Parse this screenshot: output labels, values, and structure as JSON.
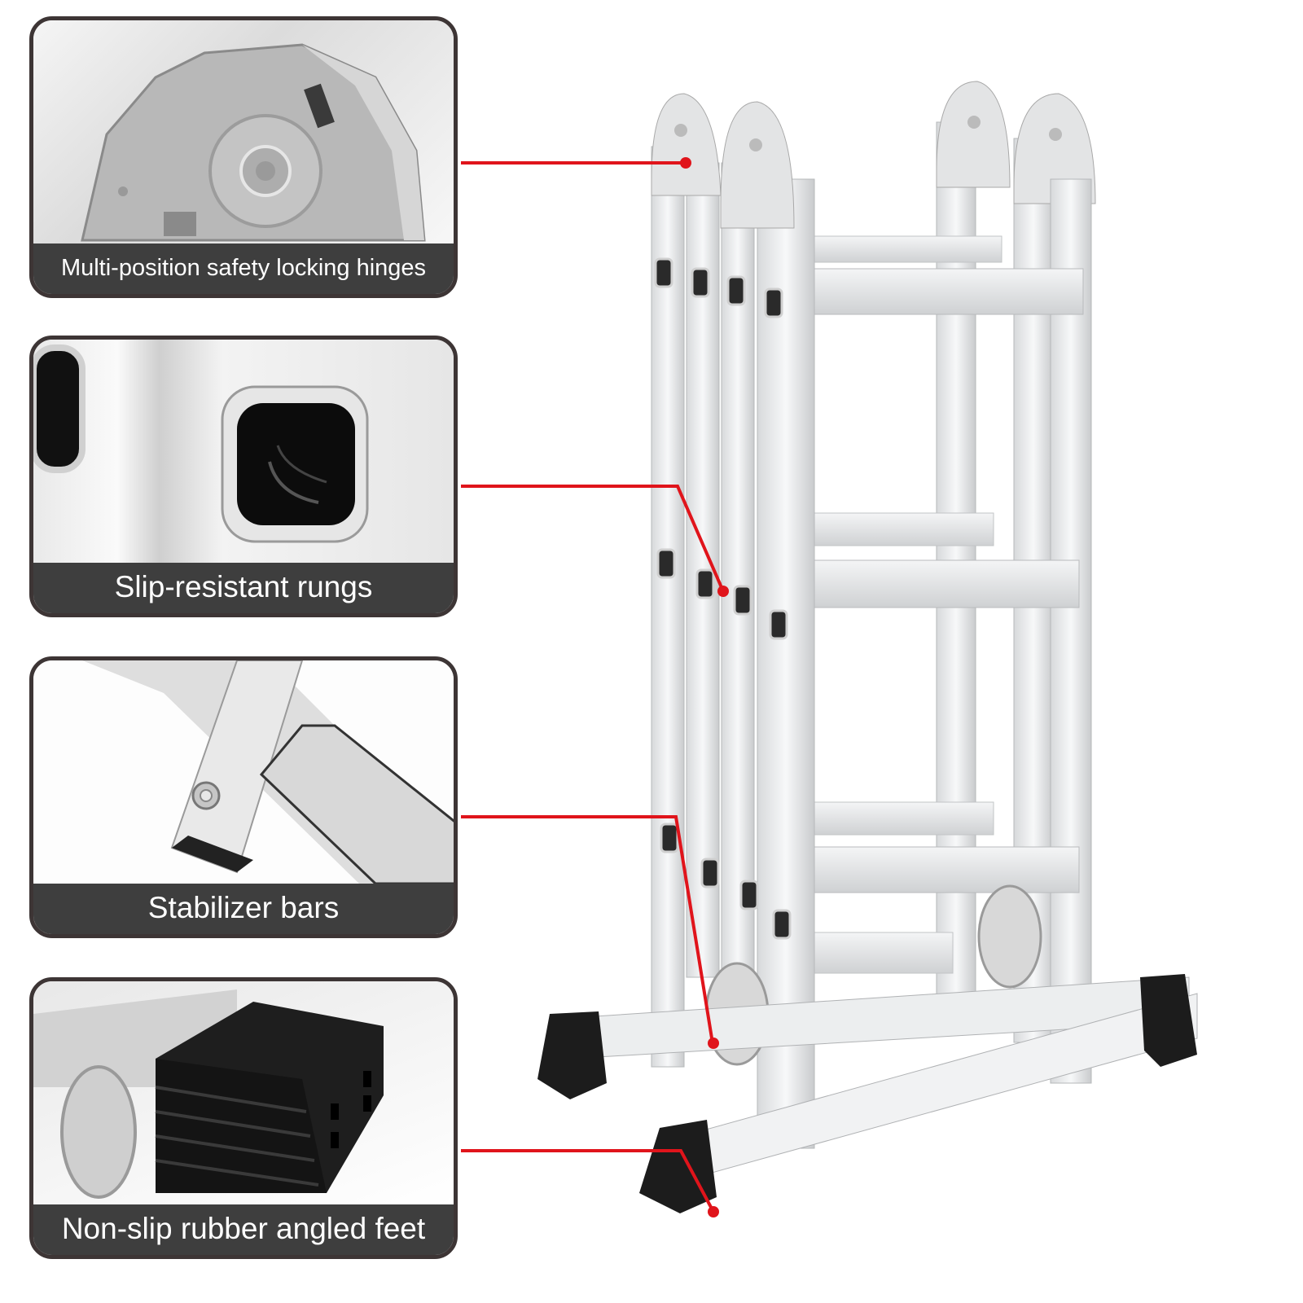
{
  "features": [
    {
      "id": "hinges",
      "caption": "Multi-position safety locking hinges"
    },
    {
      "id": "rungs",
      "caption": "Slip-resistant rungs"
    },
    {
      "id": "stabilizer",
      "caption": "Stabilizer bars"
    },
    {
      "id": "feet",
      "caption": "Non-slip rubber angled feet"
    }
  ],
  "colors": {
    "callout": "#e0141b",
    "caption_bg": "#3e3e3e",
    "panel_border": "#3d3535",
    "aluminum": "#e4e6e8",
    "rubber": "#1c1c1c"
  },
  "product": {
    "name": "multi-position aluminum folding ladder"
  }
}
